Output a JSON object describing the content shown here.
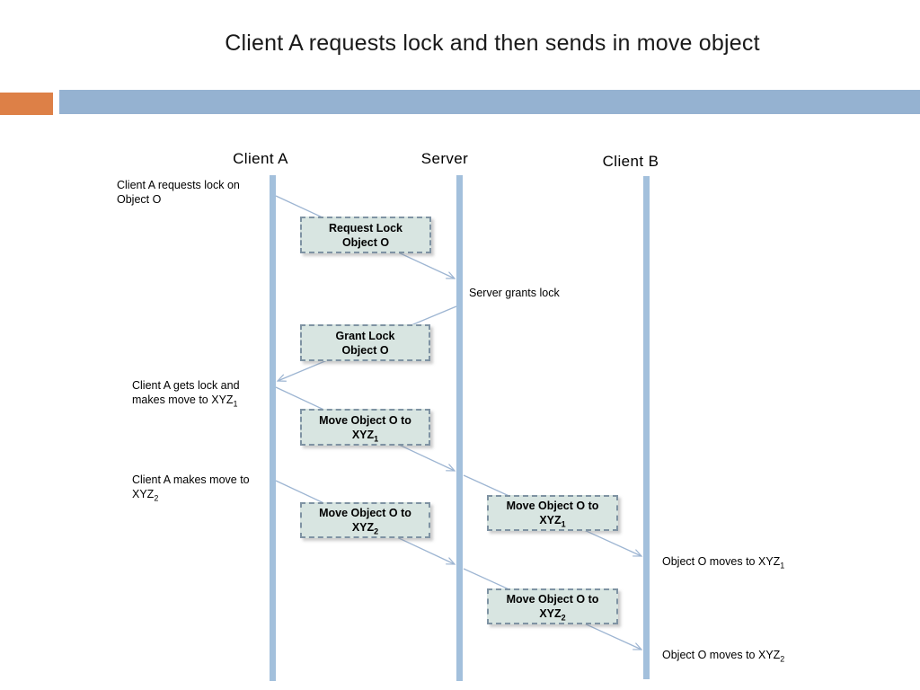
{
  "colors": {
    "orange": "#DD8047",
    "bar-blue": "#95B2D1",
    "lifeline": "#A3C0DC",
    "box-fill": "#D8E5E1",
    "box-border": "#7F93A3",
    "arrow": "#9DB5D2",
    "text": "#1A1A1A"
  },
  "slide": {
    "title": "Client A requests lock and then sends in move object"
  },
  "lifelines": [
    {
      "label": "Client A"
    },
    {
      "label": "Server"
    },
    {
      "label": "Client B"
    }
  ],
  "boxes": [
    {
      "name": "request-lock",
      "lines": [
        [
          {
            "t": "Request Lock"
          }
        ],
        [
          {
            "t": "Object O"
          }
        ]
      ]
    },
    {
      "name": "grant-lock",
      "lines": [
        [
          {
            "t": "Grant Lock"
          }
        ],
        [
          {
            "t": "Object O"
          }
        ]
      ]
    },
    {
      "name": "move-xyz1-client-a",
      "lines": [
        [
          {
            "t": "Move Object O to"
          }
        ],
        [
          {
            "t": "XYZ"
          },
          {
            "t": "1",
            "sub": true
          }
        ]
      ]
    },
    {
      "name": "move-xyz2-client-a",
      "lines": [
        [
          {
            "t": "Move Object O to"
          }
        ],
        [
          {
            "t": "XYZ"
          },
          {
            "t": "2",
            "sub": true
          }
        ]
      ]
    },
    {
      "name": "move-xyz1-client-b",
      "lines": [
        [
          {
            "t": "Move Object O to"
          }
        ],
        [
          {
            "t": "XYZ"
          },
          {
            "t": "1",
            "sub": true
          }
        ]
      ]
    },
    {
      "name": "move-xyz2-client-b",
      "lines": [
        [
          {
            "t": "Move Object O to"
          }
        ],
        [
          {
            "t": "XYZ"
          },
          {
            "t": "2",
            "sub": true
          }
        ]
      ]
    }
  ],
  "annotations": [
    {
      "name": "client-a-requests-lock",
      "lines": [
        [
          {
            "t": "Client A requests lock on"
          }
        ],
        [
          {
            "t": "Object O"
          }
        ]
      ]
    },
    {
      "name": "server-grants-lock",
      "lines": [
        [
          {
            "t": "Server grants lock"
          }
        ]
      ]
    },
    {
      "name": "client-a-gets-lock",
      "lines": [
        [
          {
            "t": "Client A gets lock and"
          }
        ],
        [
          {
            "t": "makes move to XYZ"
          },
          {
            "t": "1",
            "sub": true
          }
        ]
      ]
    },
    {
      "name": "client-a-makes-move",
      "lines": [
        [
          {
            "t": "Client A makes move to"
          }
        ],
        [
          {
            "t": "XYZ"
          },
          {
            "t": "2",
            "sub": true
          }
        ]
      ]
    },
    {
      "name": "object-moves-xyz1",
      "lines": [
        [
          {
            "t": "Object O moves to XYZ"
          },
          {
            "t": "1",
            "sub": true
          }
        ]
      ]
    },
    {
      "name": "object-moves-xyz2",
      "lines": [
        [
          {
            "t": "Object O moves to XYZ"
          },
          {
            "t": "2",
            "sub": true
          }
        ]
      ]
    }
  ]
}
